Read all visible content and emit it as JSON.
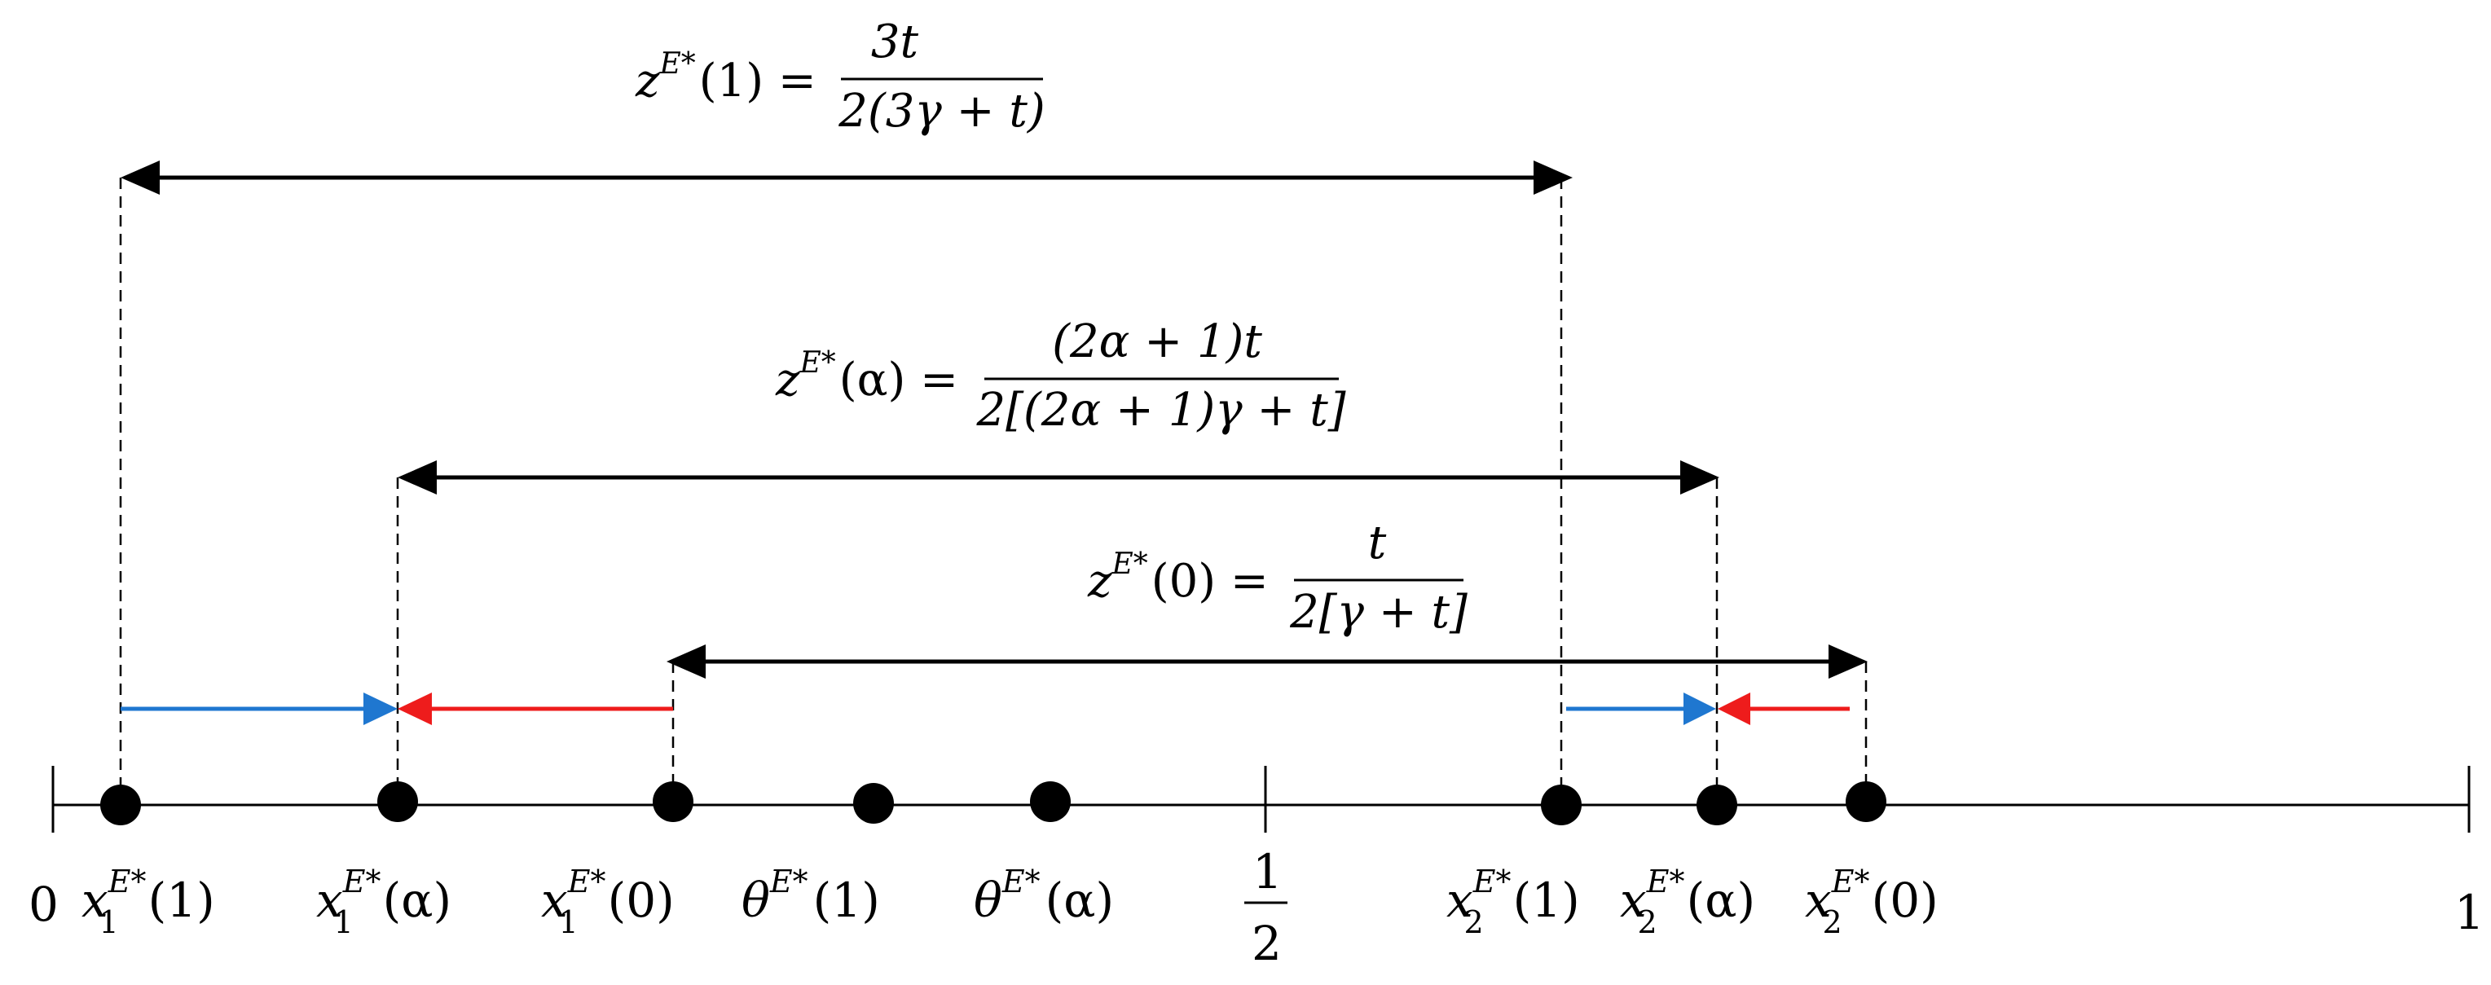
{
  "axis": {
    "label_zero": "0",
    "label_one": "1",
    "label_half_num": "1",
    "label_half_den": "2"
  },
  "points": [
    {
      "id": "x1-1",
      "base": "x",
      "sub": "1",
      "sup": "E*",
      "arg": "(1)"
    },
    {
      "id": "x1-alpha",
      "base": "x",
      "sub": "1",
      "sup": "E*",
      "arg": "(α)"
    },
    {
      "id": "x1-0",
      "base": "x",
      "sub": "1",
      "sup": "E*",
      "arg": "(0)"
    },
    {
      "id": "theta-1",
      "base": "θ",
      "sub": "",
      "sup": "E*",
      "arg": "(1)"
    },
    {
      "id": "theta-alpha",
      "base": "θ",
      "sub": "",
      "sup": "E*",
      "arg": "(α)"
    },
    {
      "id": "x2-1",
      "base": "x",
      "sub": "2",
      "sup": "E*",
      "arg": "(1)"
    },
    {
      "id": "x2-alpha",
      "base": "x",
      "sub": "2",
      "sup": "E*",
      "arg": "(α)"
    },
    {
      "id": "x2-0",
      "base": "x",
      "sub": "2",
      "sup": "E*",
      "arg": "(0)"
    }
  ],
  "formulas": {
    "z1": {
      "lhs_base": "z",
      "lhs_sup": "E*",
      "lhs_arg": "(1) =",
      "num": "3t",
      "den": "2(3γ + t)"
    },
    "zalpha": {
      "lhs_base": "z",
      "lhs_sup": "E*",
      "lhs_arg": "(α) =",
      "num": "(2α + 1)t",
      "den": "2[(2α + 1)γ + t]"
    },
    "z0": {
      "lhs_base": "z",
      "lhs_sup": "E*",
      "lhs_arg": "(0) =",
      "num": "t",
      "den": "2[γ + t]"
    }
  },
  "colors": {
    "line": "#000000",
    "blue_arrow": "#1f77d0",
    "red_arrow": "#ee1c1c"
  }
}
